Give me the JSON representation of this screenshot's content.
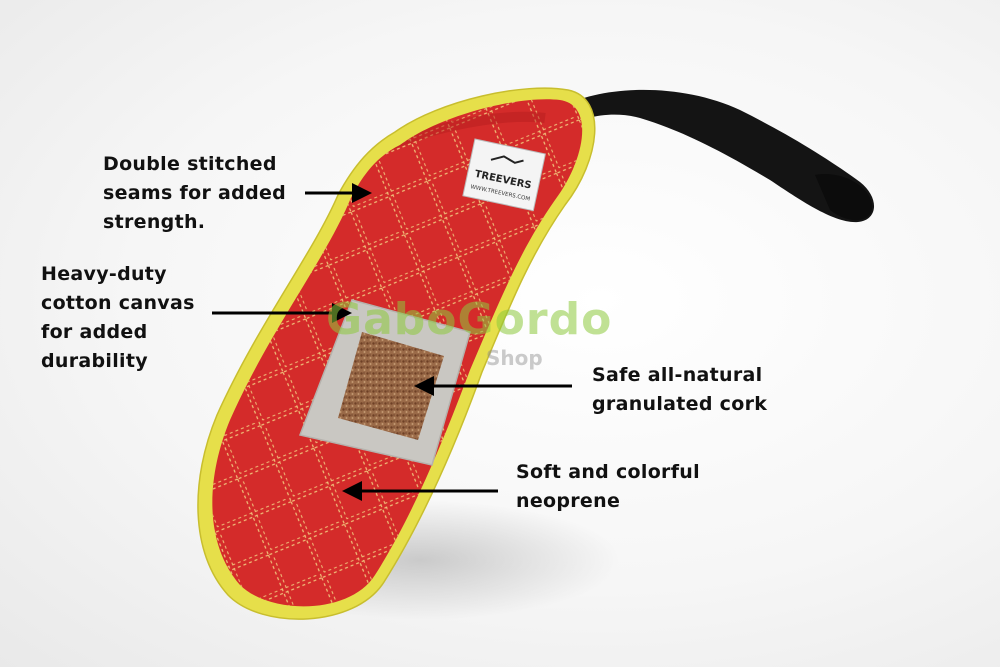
{
  "annotations": {
    "stitch": [
      "Double stitched",
      "seams for added",
      "strength."
    ],
    "canvas": [
      "Heavy-duty",
      "cotton canvas",
      "for added",
      "durability"
    ],
    "cork": [
      "Safe all-natural",
      "granulated cork"
    ],
    "neoprene": [
      "Soft and colorful",
      "neoprene"
    ]
  },
  "brand_tag": {
    "name": "TREEVERS",
    "url": "WWW.TREEVERS.COM"
  },
  "watermark": {
    "main": "GaboGordo",
    "sub": "Shop"
  },
  "colors": {
    "neoprene_red": "#d42b2a",
    "binding_yellow": "#e6df4a",
    "canvas_grey": "#c9c7c2",
    "cork_brown": "#8a5a3c",
    "strap_black": "#111111",
    "watermark_green": "#8cc83c"
  }
}
